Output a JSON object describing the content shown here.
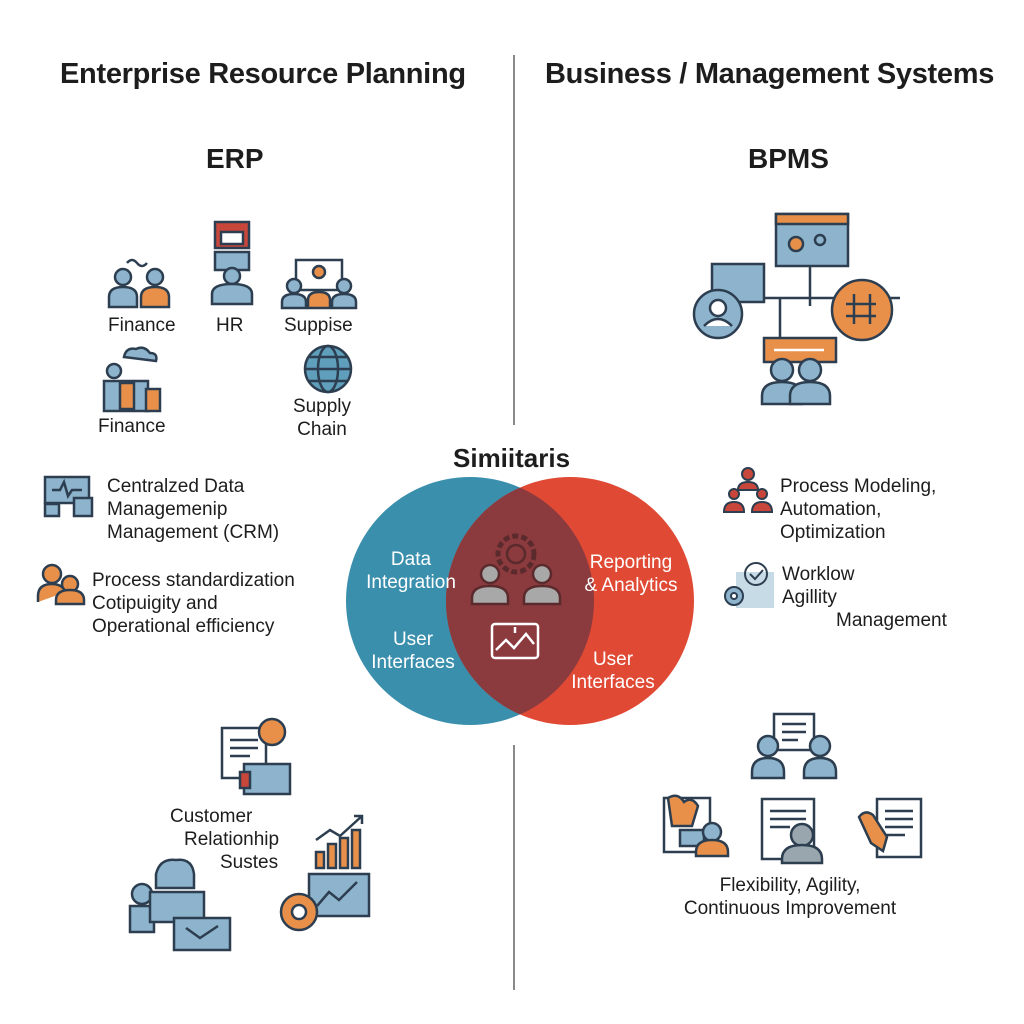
{
  "left": {
    "title": "Enterprise Resource Planning",
    "subtitle": "ERP",
    "modules": [
      "Finance",
      "HR",
      "Suppise",
      "Finance"
    ],
    "supply_chain": [
      "Supply",
      "Chain"
    ],
    "features": [
      [
        "Centralzed Data",
        "Managemenip",
        "Management (CRM)"
      ],
      [
        "Process standardization",
        "Cotipuigity and",
        "Operational efficiency"
      ]
    ],
    "crm": [
      "Customer",
      "Relationhip",
      "Sustes"
    ]
  },
  "right": {
    "title": "Business / Management Systems",
    "subtitle": "BPMS",
    "features": [
      [
        "Process Modeling,",
        "Automation,",
        "Optimization"
      ],
      [
        "Worklοw",
        "Agillity",
        "Management"
      ]
    ],
    "bottom": [
      "Flexibility, Agility,",
      "Continuous Improvement"
    ]
  },
  "venn": {
    "title": "Simiitaris",
    "left_top": [
      "Data",
      "Integration"
    ],
    "left_bottom": [
      "User",
      "Interfaces"
    ],
    "right_top": [
      "Reporting",
      "& Analytics"
    ],
    "right_bottom": [
      "User",
      "Interfaces"
    ],
    "colors": {
      "left": "#3a8fad",
      "right": "#e04a35",
      "overlap": "#8b3a3e"
    }
  },
  "icon_colors": {
    "stroke": "#2c3e50",
    "blue": "#8db4cc",
    "orange": "#e8904a",
    "red": "#c9463a"
  }
}
